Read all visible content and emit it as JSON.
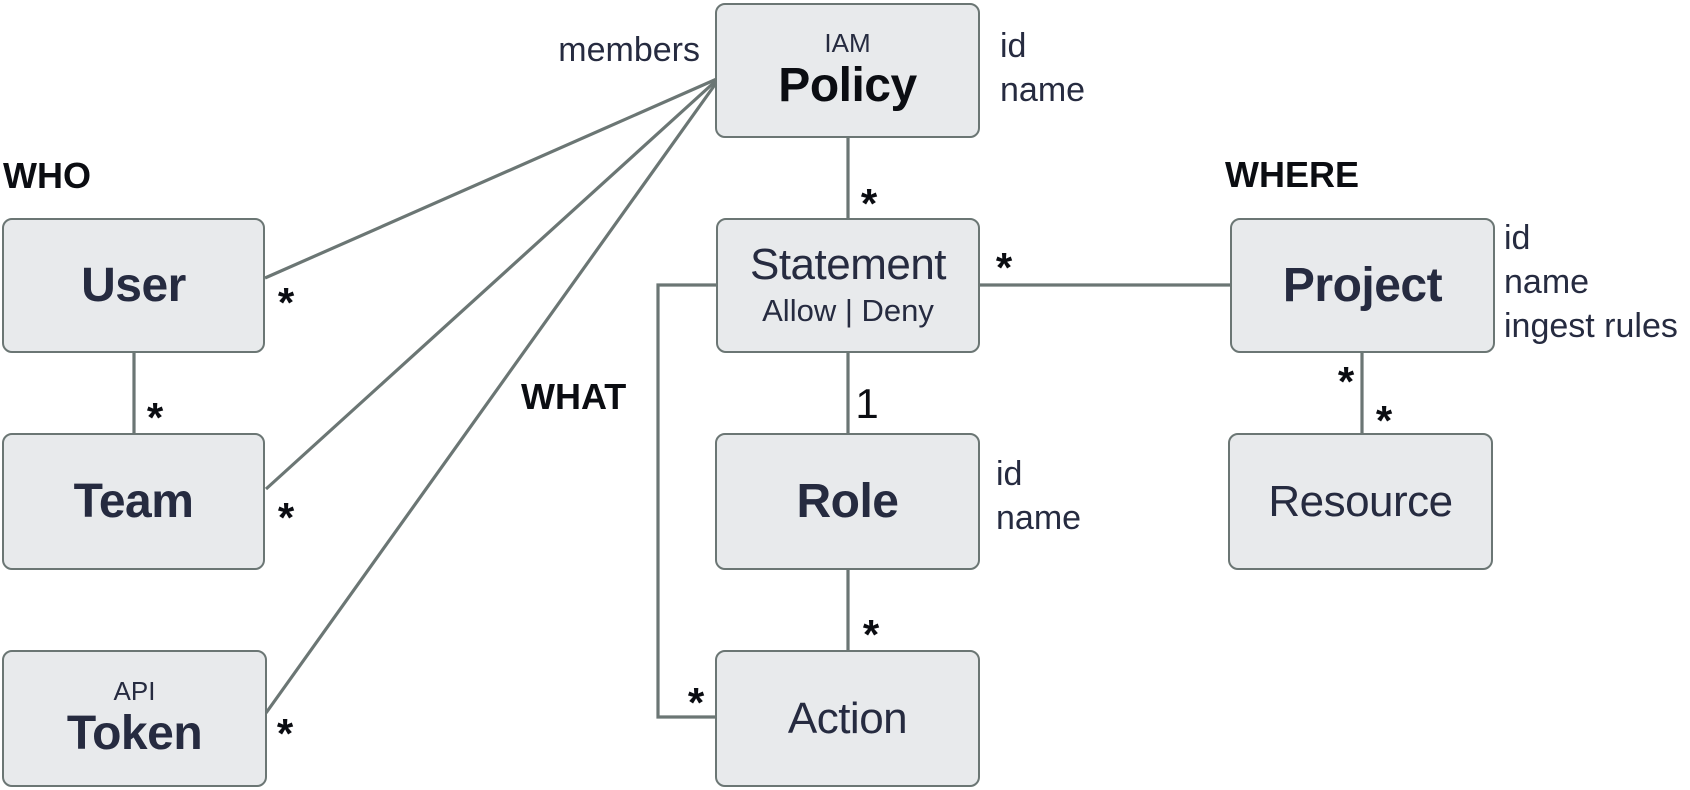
{
  "diagram": {
    "section_labels": {
      "who": "WHO",
      "what": "WHAT",
      "where": "WHERE"
    },
    "edge_labels": {
      "members": "members"
    },
    "nodes": {
      "policy": {
        "supertitle": "IAM",
        "title": "Policy",
        "attributes": [
          "id",
          "name"
        ]
      },
      "user": {
        "title": "User"
      },
      "team": {
        "title": "Team"
      },
      "api_token": {
        "supertitle": "API",
        "title": "Token"
      },
      "statement": {
        "title": "Statement",
        "subtitle": "Allow | Deny"
      },
      "role": {
        "title": "Role",
        "attributes": [
          "id",
          "name"
        ]
      },
      "action": {
        "title": "Action"
      },
      "project": {
        "title": "Project",
        "attributes": [
          "id",
          "name",
          "ingest rules"
        ]
      },
      "resource": {
        "title": "Resource"
      }
    },
    "multiplicities": {
      "policy_user": "*",
      "policy_team": "*",
      "policy_token": "*",
      "user_team": "*",
      "policy_statement": "*",
      "statement_project": "*",
      "statement_role": "1",
      "role_action": "*",
      "statement_action": "*",
      "project_resource_upper": "*",
      "project_resource_lower": "*"
    },
    "colors": {
      "node_fill": "#e8eaec",
      "node_border": "#6b7674",
      "connector": "#6b7674",
      "title_text": "#262b40",
      "emphasis_text": "#0b0d12"
    }
  }
}
